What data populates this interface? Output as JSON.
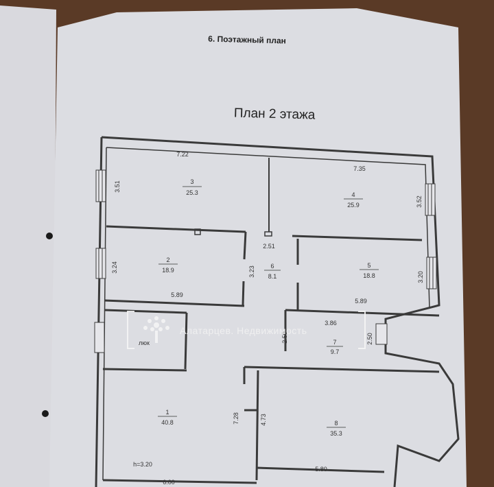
{
  "section": {
    "title": "6. Поэтажный план"
  },
  "plan": {
    "title": "План 2 этажа"
  },
  "watermark": {
    "text": "Алатарцев. Недвижимость"
  },
  "rooms": [
    {
      "num": "1",
      "area": "40.8"
    },
    {
      "num": "2",
      "area": "18.9"
    },
    {
      "num": "3",
      "area": "25.3"
    },
    {
      "num": "4",
      "area": "25.9"
    },
    {
      "num": "5",
      "area": "18.8"
    },
    {
      "num": "6",
      "area": "8.1"
    },
    {
      "num": "7",
      "area": "9.7"
    },
    {
      "num": "8",
      "area": "35.3"
    }
  ],
  "dimensions": {
    "d722": "7.22",
    "d735": "7.35",
    "d351": "3.51",
    "d352": "3.52",
    "d251": "2.51",
    "d324": "3.24",
    "d323": "3.23",
    "d320": "3.20",
    "d589a": "5.89",
    "d589b": "5.89",
    "d386": "3.86",
    "d250a": "2.50",
    "d250b": "2.50",
    "d728": "7.28",
    "d473": "4.73",
    "d580": "5.80",
    "d600": "6.00"
  },
  "labels": {
    "hatch": "люк",
    "height": "h=3.20"
  }
}
